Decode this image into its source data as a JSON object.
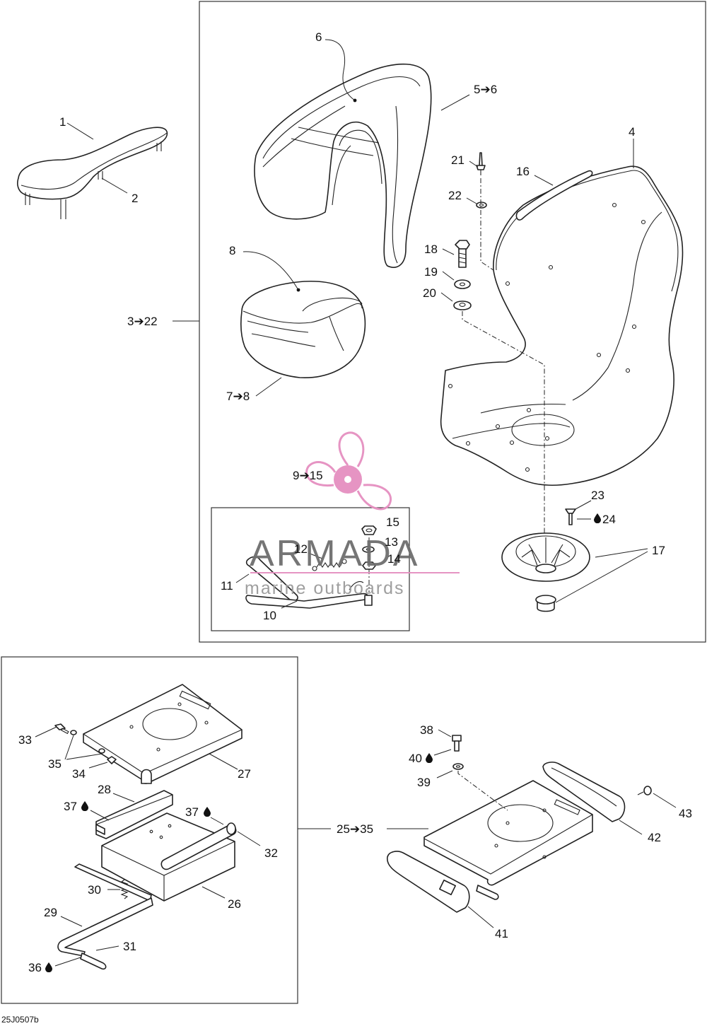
{
  "drawing_code": "25J0507b",
  "watermark": {
    "brand": "ARMADA",
    "tagline": "marine outboards",
    "accent_color": "#e58fc0",
    "text_color": "#6e6e6e"
  },
  "callouts": {
    "c1": "1",
    "c2": "2",
    "c3": "3➔22",
    "c4": "4",
    "c5": "5➔6",
    "c6": "6",
    "c7": "7➔8",
    "c8": "8",
    "c9": "9➔15",
    "c10": "10",
    "c11": "11",
    "c12": "12",
    "c13": "13",
    "c14": "14",
    "c15": "15",
    "c16": "16",
    "c17": "17",
    "c18": "18",
    "c19": "19",
    "c20": "20",
    "c21": "21",
    "c22": "22",
    "c23": "23",
    "c24": "24",
    "c25": "25➔35",
    "c26": "26",
    "c27": "27",
    "c28": "28",
    "c29": "29",
    "c30": "30",
    "c31": "31",
    "c32": "32",
    "c33": "33",
    "c34": "34",
    "c35": "35",
    "c36": "36",
    "c37a": "37",
    "c37b": "37",
    "c38": "38",
    "c39": "39",
    "c40": "40",
    "c41": "41",
    "c42": "42",
    "c43": "43"
  },
  "icons": {
    "liquid_marker": "drop-icon"
  }
}
